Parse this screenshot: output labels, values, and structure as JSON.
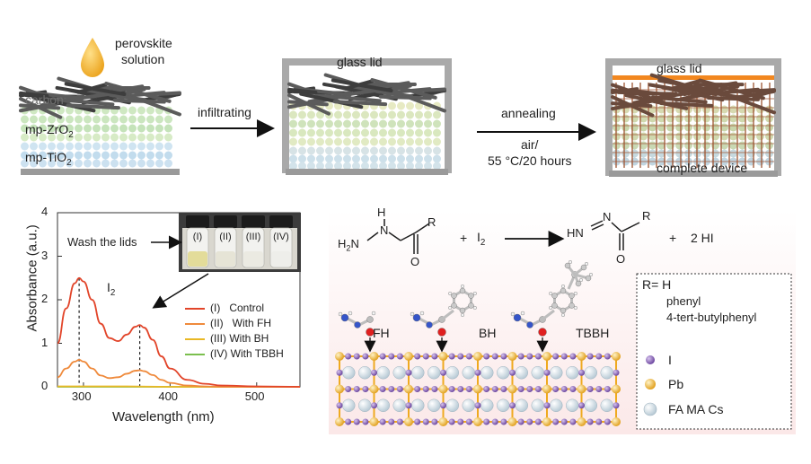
{
  "top": {
    "droplet_label_1": "perovskite",
    "droplet_label_2": "solution",
    "layers": {
      "carbon": "carbon",
      "zro2": "mp-ZrO",
      "zro2_sub": "2",
      "tio2": "mp-TiO",
      "tio2_sub": "2"
    },
    "step1": "infiltrating",
    "step2": "annealing",
    "cond_1": "air/",
    "cond_2": "55 °C/20 hours",
    "lid1": "glass lid",
    "lid2": "glass lid",
    "device": "complete device"
  },
  "chart_data": {
    "type": "line",
    "xlabel": "Wavelength (nm)",
    "ylabel": "Absorbance (a.u.)",
    "xlim": [
      270,
      550
    ],
    "ylim": [
      0,
      4
    ],
    "xticks": [
      300,
      400,
      500
    ],
    "yticks": [
      0,
      1,
      2,
      3,
      4
    ],
    "grid": false,
    "legend_position": "center-right",
    "peak_label": "I",
    "peak_label_sub": "2",
    "inset_label": "Wash the lids",
    "vials": [
      "(I)",
      "(II)",
      "(III)",
      "(IV)"
    ],
    "series": [
      {
        "name": "(I)   Control",
        "color": "#e2452a",
        "x": [
          270,
          280,
          290,
          295,
          300,
          310,
          320,
          330,
          340,
          350,
          360,
          365,
          370,
          380,
          390,
          400,
          420,
          440,
          460,
          500,
          550
        ],
        "y": [
          1.0,
          1.8,
          2.38,
          2.5,
          2.42,
          2.0,
          1.45,
          1.12,
          1.05,
          1.2,
          1.38,
          1.42,
          1.36,
          1.08,
          0.7,
          0.42,
          0.16,
          0.07,
          0.03,
          0.01,
          0.0
        ]
      },
      {
        "name": "(II)   With FH",
        "color": "#ef8a3c",
        "x": [
          270,
          280,
          290,
          295,
          300,
          310,
          320,
          330,
          340,
          350,
          360,
          365,
          370,
          380,
          390,
          400,
          420,
          440,
          460,
          500,
          550
        ],
        "y": [
          0.22,
          0.42,
          0.58,
          0.62,
          0.58,
          0.42,
          0.26,
          0.2,
          0.22,
          0.3,
          0.37,
          0.38,
          0.36,
          0.27,
          0.16,
          0.09,
          0.03,
          0.01,
          0.0,
          0.0,
          0.0
        ]
      },
      {
        "name": "(III) With BH",
        "color": "#e9b825",
        "x": [
          270,
          300,
          350,
          400,
          450,
          500,
          550
        ],
        "y": [
          0.01,
          0.01,
          0.01,
          0.0,
          0.0,
          0.0,
          0.0
        ]
      },
      {
        "name": "(IV) With TBBH",
        "color": "#7bbf4e",
        "x": [
          270,
          300,
          350,
          400,
          450,
          500,
          550
        ],
        "y": [
          0.0,
          0.0,
          0.0,
          0.0,
          0.0,
          0.0,
          0.0
        ]
      }
    ],
    "dashed_markers_x": [
      295,
      365
    ]
  },
  "reaction": {
    "r_top": "H",
    "r_group": "R",
    "h2n": "H",
    "h2n_sub": "2",
    "h2n_n": "N",
    "n_mid": "N",
    "o1": "O",
    "plus1": "+",
    "i2": "I",
    "i2_sub": "2",
    "hn": "HN",
    "n2": "N",
    "r2": "R",
    "o2": "O",
    "plus2": "+",
    "hi": "2 HI"
  },
  "molecules": {
    "fh": "FH",
    "bh": "BH",
    "tbbh": "TBBH"
  },
  "legend_box": {
    "r_title": "R= H",
    "r_1": "phenyl",
    "r_2": "4-tert-butylphenyl",
    "items": [
      {
        "label": "I",
        "color": "#8b63b5"
      },
      {
        "label": "Pb",
        "color": "#e8a92a"
      },
      {
        "label": "FA MA Cs",
        "color": "#d7e6ef"
      }
    ]
  }
}
